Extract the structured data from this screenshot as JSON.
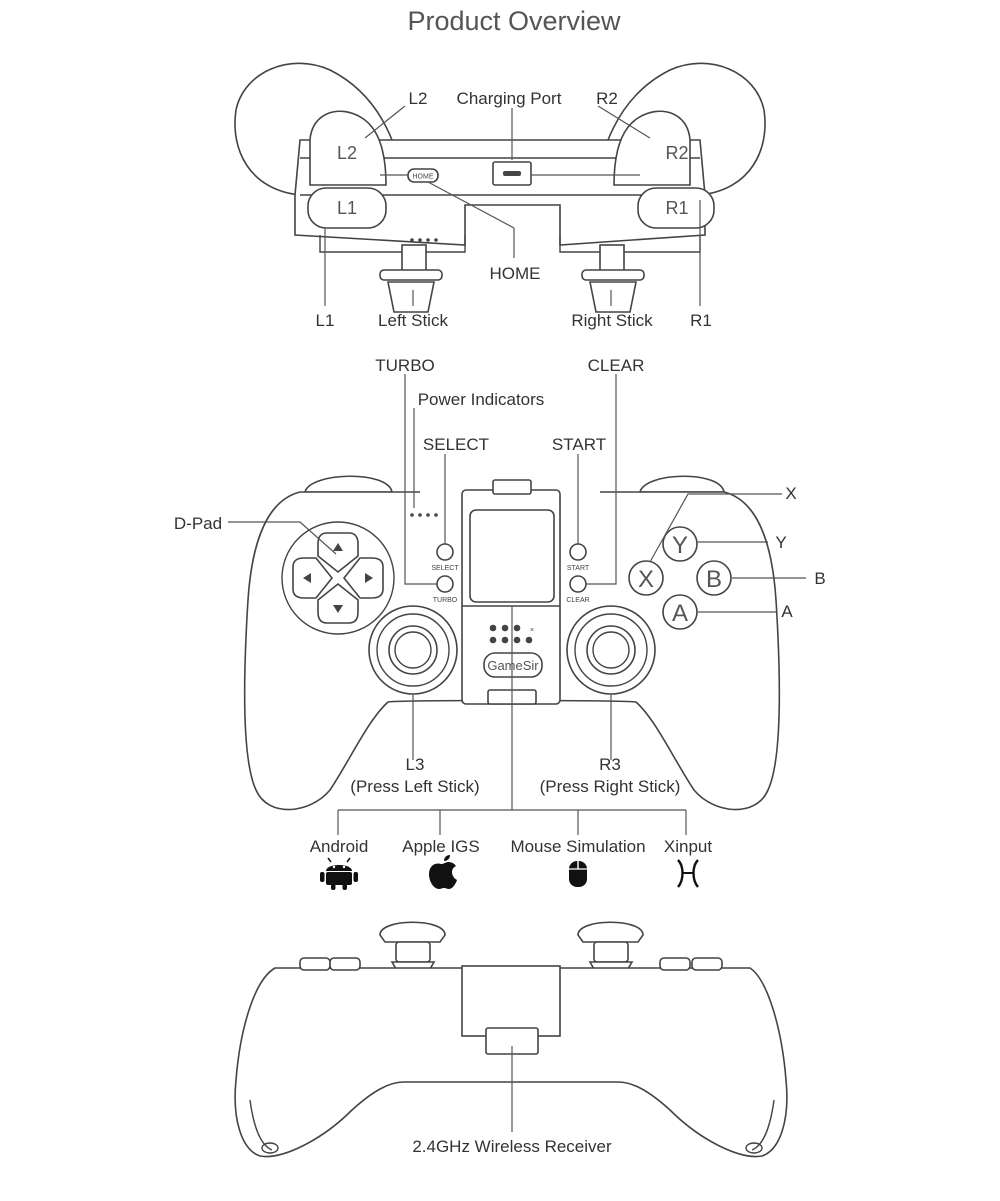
{
  "title": "Product Overview",
  "top_view": {
    "labels": {
      "l2": "L2",
      "charging_port": "Charging Port",
      "r2": "R2",
      "home": "HOME",
      "l1": "L1",
      "left_stick": "Left Stick",
      "right_stick": "Right Stick",
      "r1": "R1"
    },
    "button_text": {
      "l2": "L2",
      "r2": "R2",
      "l1": "L1",
      "r1": "R1",
      "home": "HOME"
    }
  },
  "front_view": {
    "labels": {
      "turbo": "TURBO",
      "clear": "CLEAR",
      "power_indicators": "Power Indicators",
      "select": "SELECT",
      "start": "START",
      "dpad": "D-Pad",
      "x": "X",
      "y": "Y",
      "b": "B",
      "a": "A",
      "l3": "L3",
      "l3_note": "(Press Left Stick)",
      "r3": "R3",
      "r3_note": "(Press Right Stick)"
    },
    "button_text": {
      "select": "SELECT",
      "turbo": "TURBO",
      "start": "START",
      "clear": "CLEAR",
      "x": "X",
      "y": "Y",
      "b": "B",
      "a": "A",
      "brand": "GameSir",
      "mode_x": "×"
    }
  },
  "modes": [
    {
      "label": "Android",
      "icon": "android-icon"
    },
    {
      "label": "Apple IGS",
      "icon": "apple-icon"
    },
    {
      "label": "Mouse Simulation",
      "icon": "mouse-icon"
    },
    {
      "label": "Xinput",
      "icon": "xinput-icon"
    }
  ],
  "back_view": {
    "labels": {
      "receiver": "2.4GHz Wireless Receiver"
    }
  }
}
